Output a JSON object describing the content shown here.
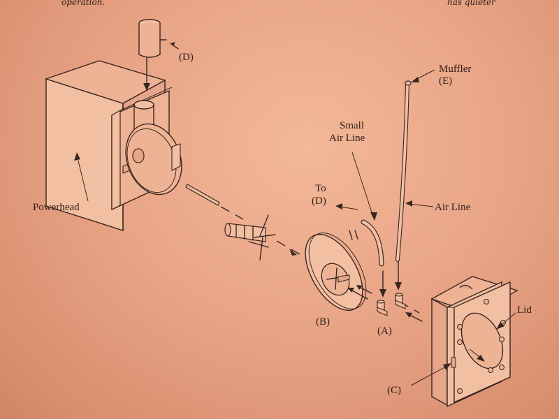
{
  "page": {
    "top_left_text": "operation.",
    "top_right_text": "has quieter"
  },
  "labels": {
    "d_top": "(D)",
    "muffler_line1": "Muffler",
    "muffler_line2": "(E)",
    "small_air_line1": "Small",
    "small_air_line2": "Air Line",
    "to_line1": "To",
    "to_line2": "(D)",
    "air_line": "Air Line",
    "powerhead": "Powerhead",
    "lid": "Lid",
    "b": "(B)",
    "a": "(A)",
    "c": "(C)"
  }
}
